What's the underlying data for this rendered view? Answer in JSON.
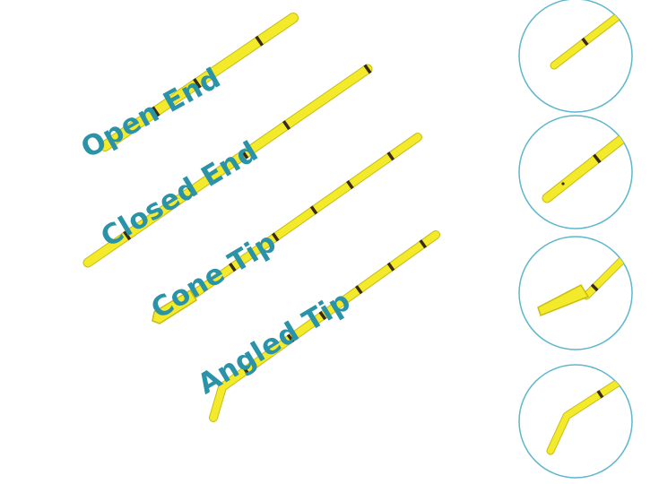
{
  "labels": {
    "open_end": "Open End",
    "closed_end": "Closed End",
    "cone_tip": "Cone Tip",
    "angled_tip": "Angled Tip"
  },
  "colors": {
    "label_text": "#2a93a8",
    "catheter_fill": "#f2ea2a",
    "catheter_shadow": "#c9bd12",
    "band": "#3a2a1a",
    "circle_stroke": "#5fb7cc",
    "background": "#ffffff"
  }
}
